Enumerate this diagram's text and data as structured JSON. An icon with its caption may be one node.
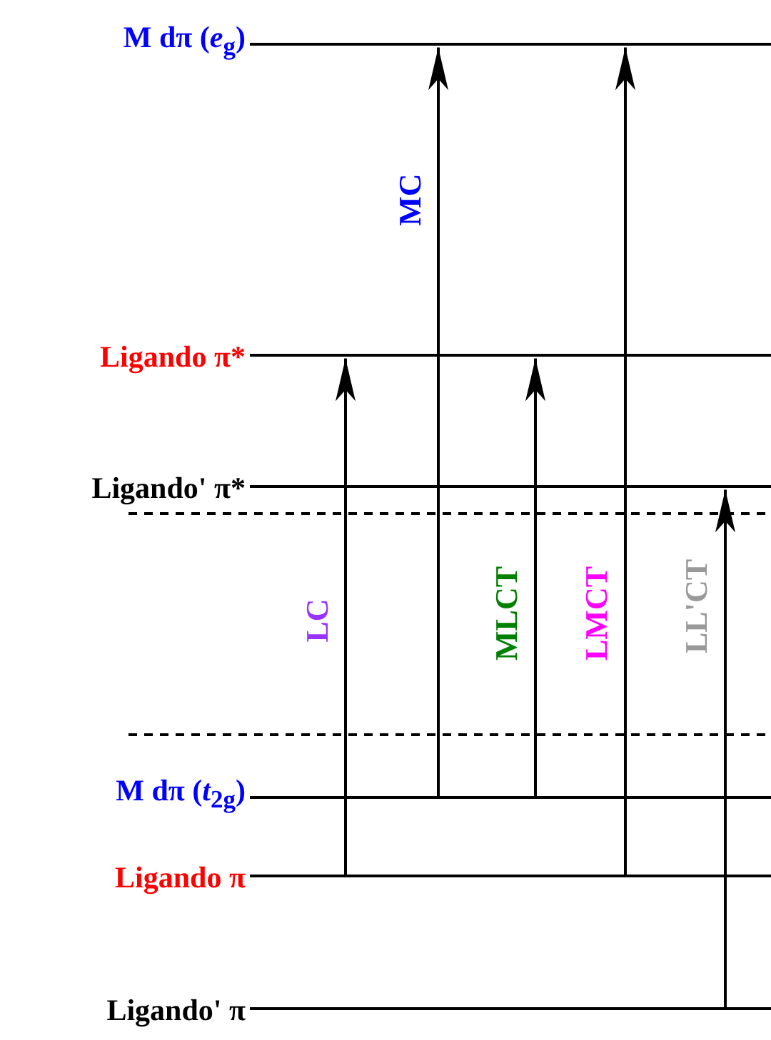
{
  "diagram": {
    "nodes": [
      {
        "text": [
          "M dπ (*e*$_{g}$)"
        ]
      },
      {
        "text": [
          "Ligando π*"
        ]
      },
      {
        "text": [
          "Ligando' π*"
        ]
      },
      {
        "text": [
          "M dπ (*t*$_{2g}$)"
        ]
      },
      {
        "text": [
          "Ligando π"
        ]
      },
      {
        "text": [
          "Ligando' π"
        ]
      }
    ],
    "edges": [
      {
        "from": 3,
        "to": 0,
        "arrow": "to",
        "label": "MC"
      },
      {
        "from": 4,
        "to": 1,
        "arrow": "to",
        "label": "LC"
      },
      {
        "from": 3,
        "to": 1,
        "arrow": "to",
        "label": "MLCT"
      },
      {
        "from": 4,
        "to": 0,
        "arrow": "to",
        "label": "LMCT"
      },
      {
        "from": 5,
        "to": 2,
        "arrow": "to",
        "label": "LL'CT"
      }
    ]
  }
}
